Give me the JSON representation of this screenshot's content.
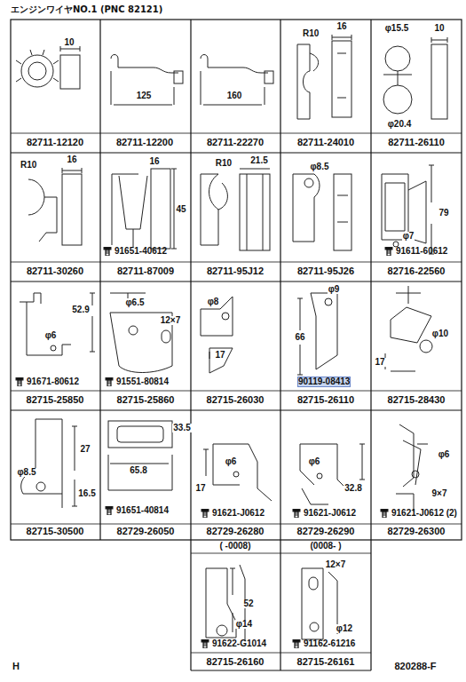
{
  "diagram": {
    "title": "エンジンワイヤNO.1 (PNC 82121)",
    "labels": [
      "10",
      "82711-12120",
      "125",
      "82711-12200",
      "160",
      "82711-22270",
      "R10",
      "16",
      "82711-24010",
      "φ15.5",
      "10",
      "φ20.4",
      "82711-26110",
      "R10",
      "16",
      "82711-30260",
      "16",
      "45",
      "91651-40612",
      "82711-87009",
      "R10",
      "21.5",
      "82711-95J12",
      "φ8.5",
      "82711-95J26",
      "79",
      "φ7",
      "91611-60612",
      "82716-22560",
      "52.9",
      "φ6",
      "91671-80612",
      "82715-25850",
      "φ6.5",
      "12×7",
      "91551-80814",
      "82715-25860",
      "φ8",
      "17",
      "82715-26030",
      "φ9",
      "66",
      "90119-08413",
      "82715-26110",
      "φ10",
      "17",
      "82715-28430",
      "27",
      "φ8.5",
      "16.5",
      "82715-30500",
      "33.5",
      "65.8",
      "91651-40814",
      "82729-26050",
      "φ6",
      "17",
      "91621-J0612",
      "82729-26280",
      "φ6",
      "32.8",
      "91621-J0612",
      "82729-26290",
      "φ6",
      "9×7",
      "91621-J0612 (2)",
      "82729-26300",
      "( -0008)",
      "52",
      "φ14",
      "91622-G1014",
      "82715-26160",
      "(0008- )",
      "12×7",
      "φ12",
      "91162-61216",
      "82715-26161",
      "H",
      "820288-F"
    ]
  }
}
